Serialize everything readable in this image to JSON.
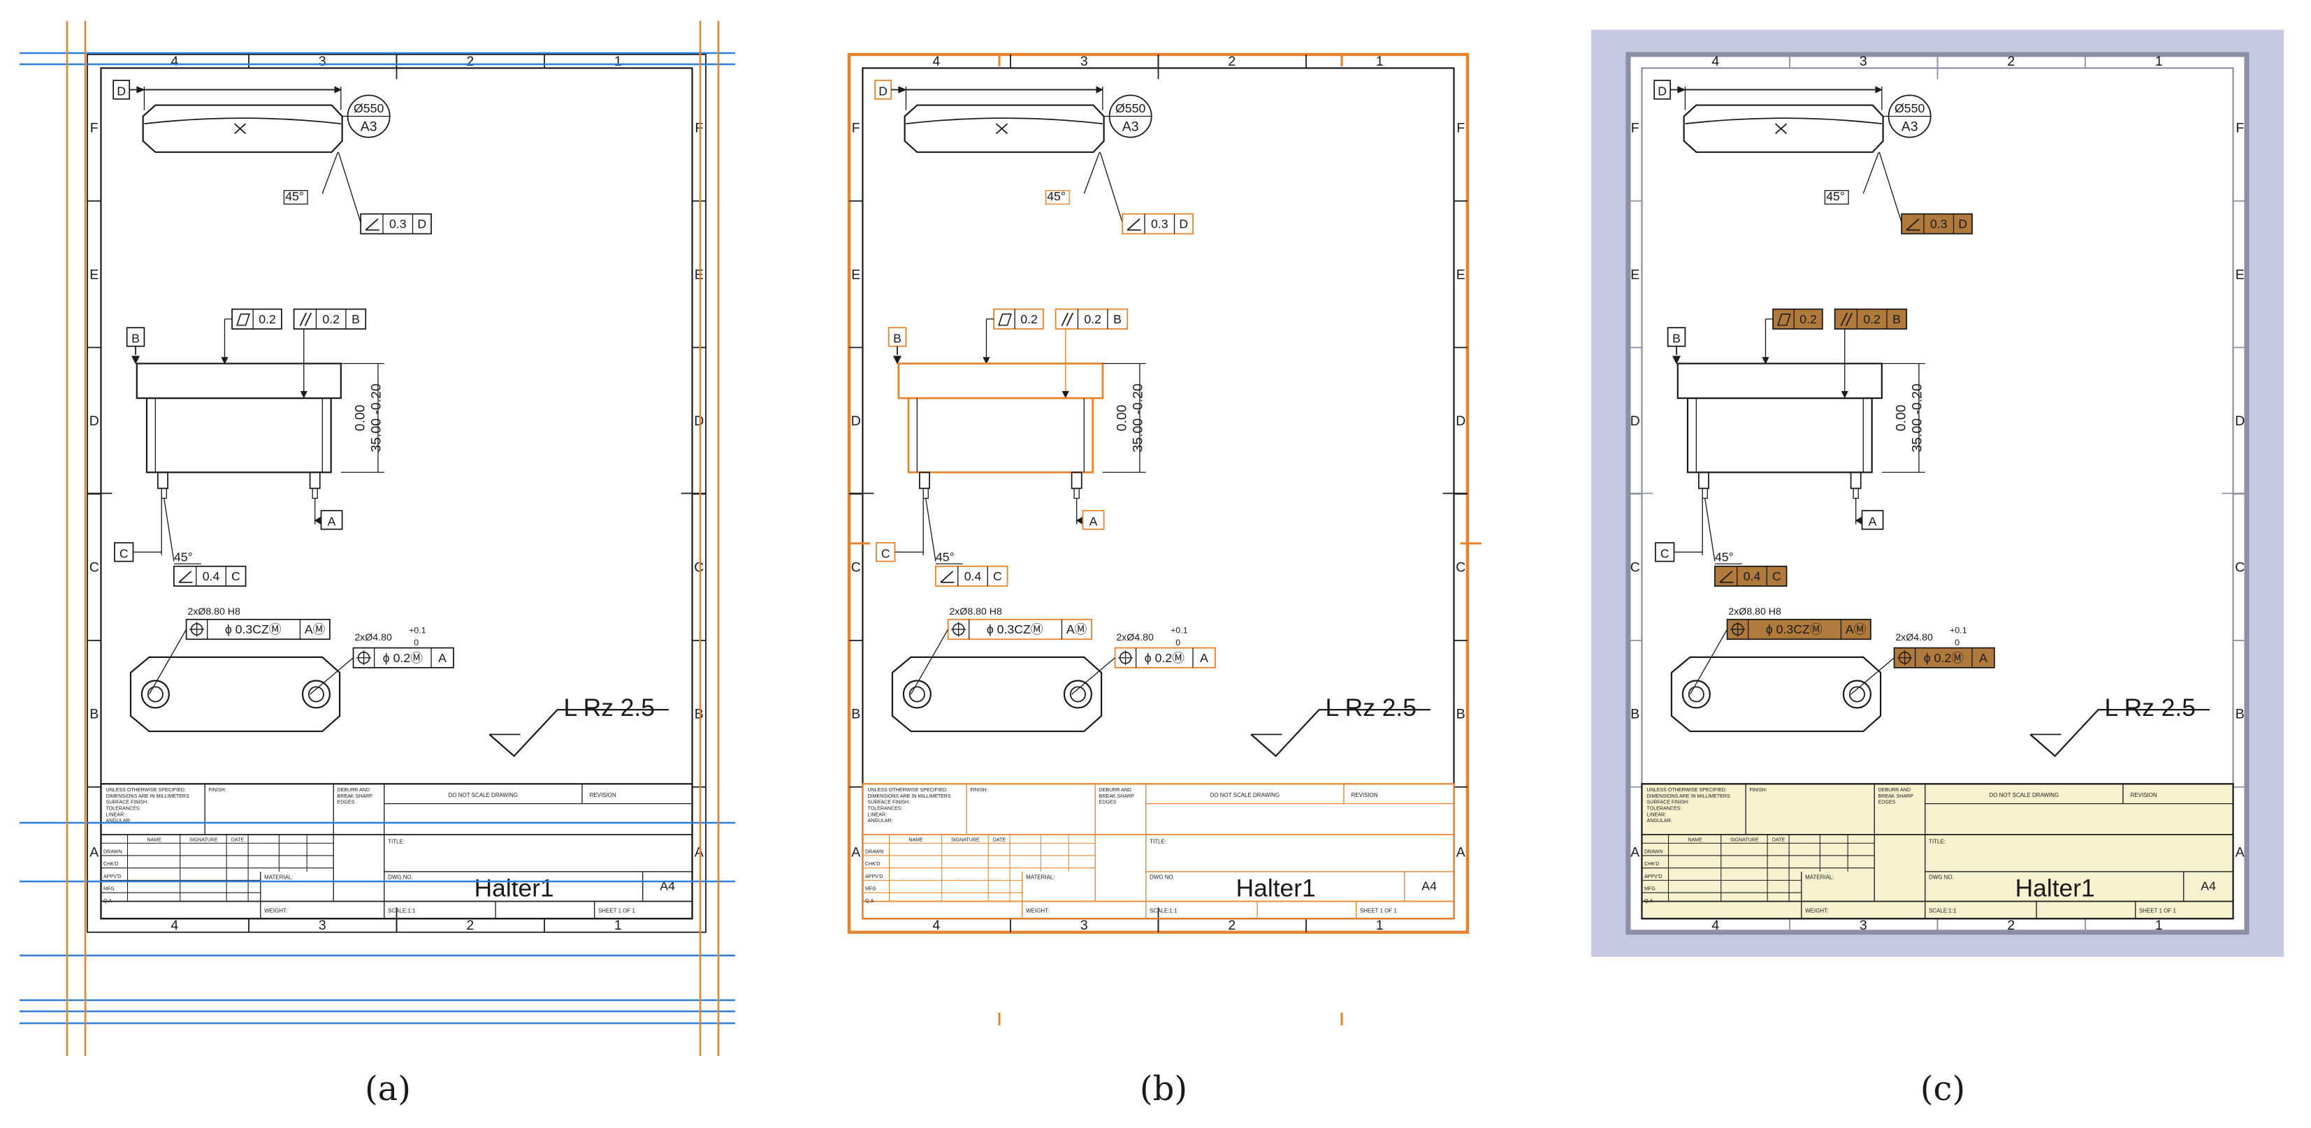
{
  "colors": {
    "blue": "#2f7ed8",
    "orange": "#e8822a",
    "ink": "#1a1a1a",
    "brown_fill": "#b07a3c",
    "cream_fill": "#f6f1cf",
    "lavender_bg": "#c6c9e1",
    "frame_gray": "#8c8fa6"
  },
  "captions": [
    "(a)",
    "(b)",
    "(c)"
  ],
  "sheet": {
    "col_labels": [
      "4",
      "3",
      "2",
      "1"
    ],
    "row_labels": [
      "F",
      "E",
      "D",
      "C",
      "B",
      "A"
    ],
    "datum_d": "D",
    "datum_b": "B",
    "datum_c": "C",
    "datum_a": "A",
    "diameter": "Ø550",
    "diameter_sym": "∅",
    "diameter_val": "550",
    "balloon_a3": "A3",
    "chamfer_45_top": "45°",
    "chamfer_45_mid": "45°",
    "angularity_top": "0.3",
    "angularity_top_datum": "D",
    "flatness": "0.2",
    "parallel": "0.2",
    "parallel_datum": "B",
    "dim_upper": "0.00",
    "dim_lower": "35.00 -0.20",
    "angularity_mid": "0.4",
    "angularity_mid_datum": "C",
    "hole1_label": "2xØ8.80 H8",
    "hole1_fcf": "ϕ 0.3CZⓂ",
    "hole1_datum": "AⓂ",
    "hole2_label": "2xØ4.80",
    "hole2_tol_plus": "+0.1",
    "hole2_tol_zero": "0",
    "hole2_fcf": "ϕ 0.2Ⓜ",
    "hole2_datum": "A",
    "surface_finish": "L Rz  2.5",
    "tb_general": [
      "UNLESS OTHERWISE SPECIFIED:",
      "DIMENSIONS ARE IN MILLIMETERS",
      "SURFACE FINISH:",
      "TOLERANCES:",
      "  LINEAR:",
      "  ANGULAR:"
    ],
    "tb_finish": "FINISH:",
    "tb_deburr": [
      "DEBURR AND",
      "BREAK SHARP",
      "EDGES"
    ],
    "tb_noscale": "DO NOT SCALE DRAWING",
    "tb_revision": "REVISION",
    "tb_name": "NAME",
    "tb_signature": "SIGNATURE",
    "tb_date": "DATE",
    "tb_title": "TITLE:",
    "tb_rows": [
      "DRAWN",
      "CHK'D",
      "APPV'D",
      "MFG",
      "Q.A"
    ],
    "tb_material": "MATERIAL:",
    "tb_dwgno": "DWG NO.",
    "tb_name_value": "Halter1",
    "tb_size": "A4",
    "tb_weight": "WEIGHT:",
    "tb_scale": "SCALE:1:1",
    "tb_sheet": "SHEET 1 OF 1"
  }
}
